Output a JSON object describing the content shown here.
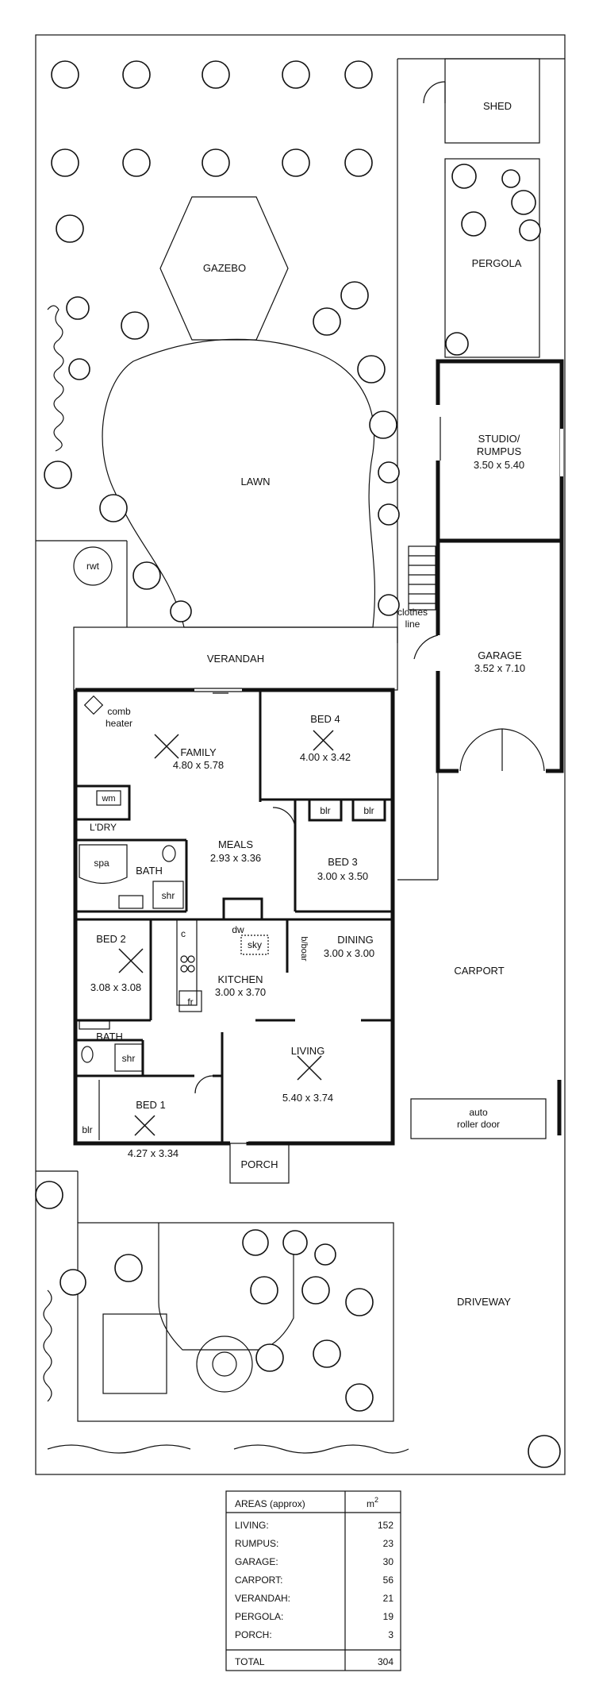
{
  "rooms": {
    "shed": "SHED",
    "gazebo": "GAZEBO",
    "pergola": "PERGOLA",
    "lawn": "LAWN",
    "studio_name_1": "STUDIO/",
    "studio_name_2": "RUMPUS",
    "studio_dim": "3.50 x 5.40",
    "rwt": "rwt",
    "clothes_1": "clothes",
    "clothes_2": "line",
    "garage_name": "GARAGE",
    "garage_dim": "3.52 x 7.10",
    "verandah": "VERANDAH",
    "comb_1": "comb",
    "comb_2": "heater",
    "family_name": "FAMILY",
    "family_dim": "4.80 x 5.78",
    "bed4_name": "BED 4",
    "bed4_dim": "4.00 x 3.42",
    "blr1": "blr",
    "blr2": "blr",
    "wm": "wm",
    "ldry": "L'DRY",
    "meals_name": "MEALS",
    "meals_dim": "2.93 x 3.36",
    "bed3_name": "BED 3",
    "bed3_dim": "3.00 x 3.50",
    "spa": "spa",
    "bath1": "BATH",
    "shr1": "shr",
    "c": "c",
    "dw": "dw",
    "sky": "sky",
    "bboar": "b/boar",
    "dining_name": "DINING",
    "dining_dim": "3.00 x 3.00",
    "carport": "CARPORT",
    "bed2_name": "BED 2",
    "bed2_dim": "3.08 x 3.08",
    "kitchen_name": "KITCHEN",
    "kitchen_dim": "3.00 x 3.70",
    "fr": "fr",
    "bath2": "BATH",
    "shr2": "shr",
    "living_name": "LIVING",
    "living_dim": "5.40 x 3.74",
    "bed1_name": "BED 1",
    "bed1_dim": "4.27 x 3.34",
    "blr3": "blr",
    "auto_1": "auto",
    "auto_2": "roller door",
    "porch": "PORCH",
    "driveway": "DRIVEWAY"
  },
  "areas": {
    "heading": "AREAS (approx)",
    "unit": "m",
    "unit_sup": "2",
    "rows": [
      {
        "label": "LIVING:",
        "value": "152"
      },
      {
        "label": "RUMPUS:",
        "value": "23"
      },
      {
        "label": "GARAGE:",
        "value": "30"
      },
      {
        "label": "CARPORT:",
        "value": "56"
      },
      {
        "label": "VERANDAH:",
        "value": "21"
      },
      {
        "label": "PERGOLA:",
        "value": "19"
      },
      {
        "label": "PORCH:",
        "value": "3"
      }
    ],
    "total_label": "TOTAL",
    "total_value": "304"
  }
}
